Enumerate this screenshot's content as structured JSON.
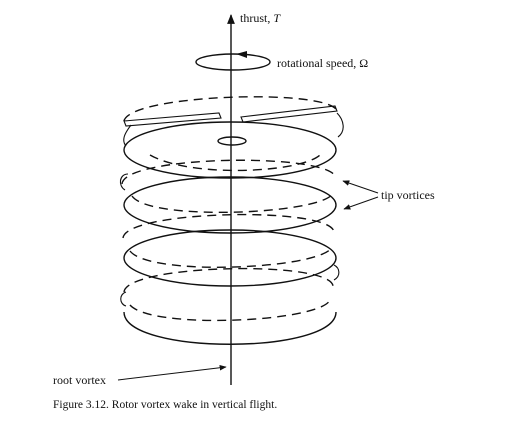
{
  "labels": {
    "thrust_text": "thrust, ",
    "thrust_symbol": "T",
    "rotational_speed": "rotational speed, Ω",
    "tip_vortices": "tip vortices",
    "root_vortex": "root vortex"
  },
  "caption": "Figure 3.12.  Rotor vortex wake in vertical flight.",
  "colors": {
    "ink": "#111111",
    "background": "#ffffff"
  }
}
